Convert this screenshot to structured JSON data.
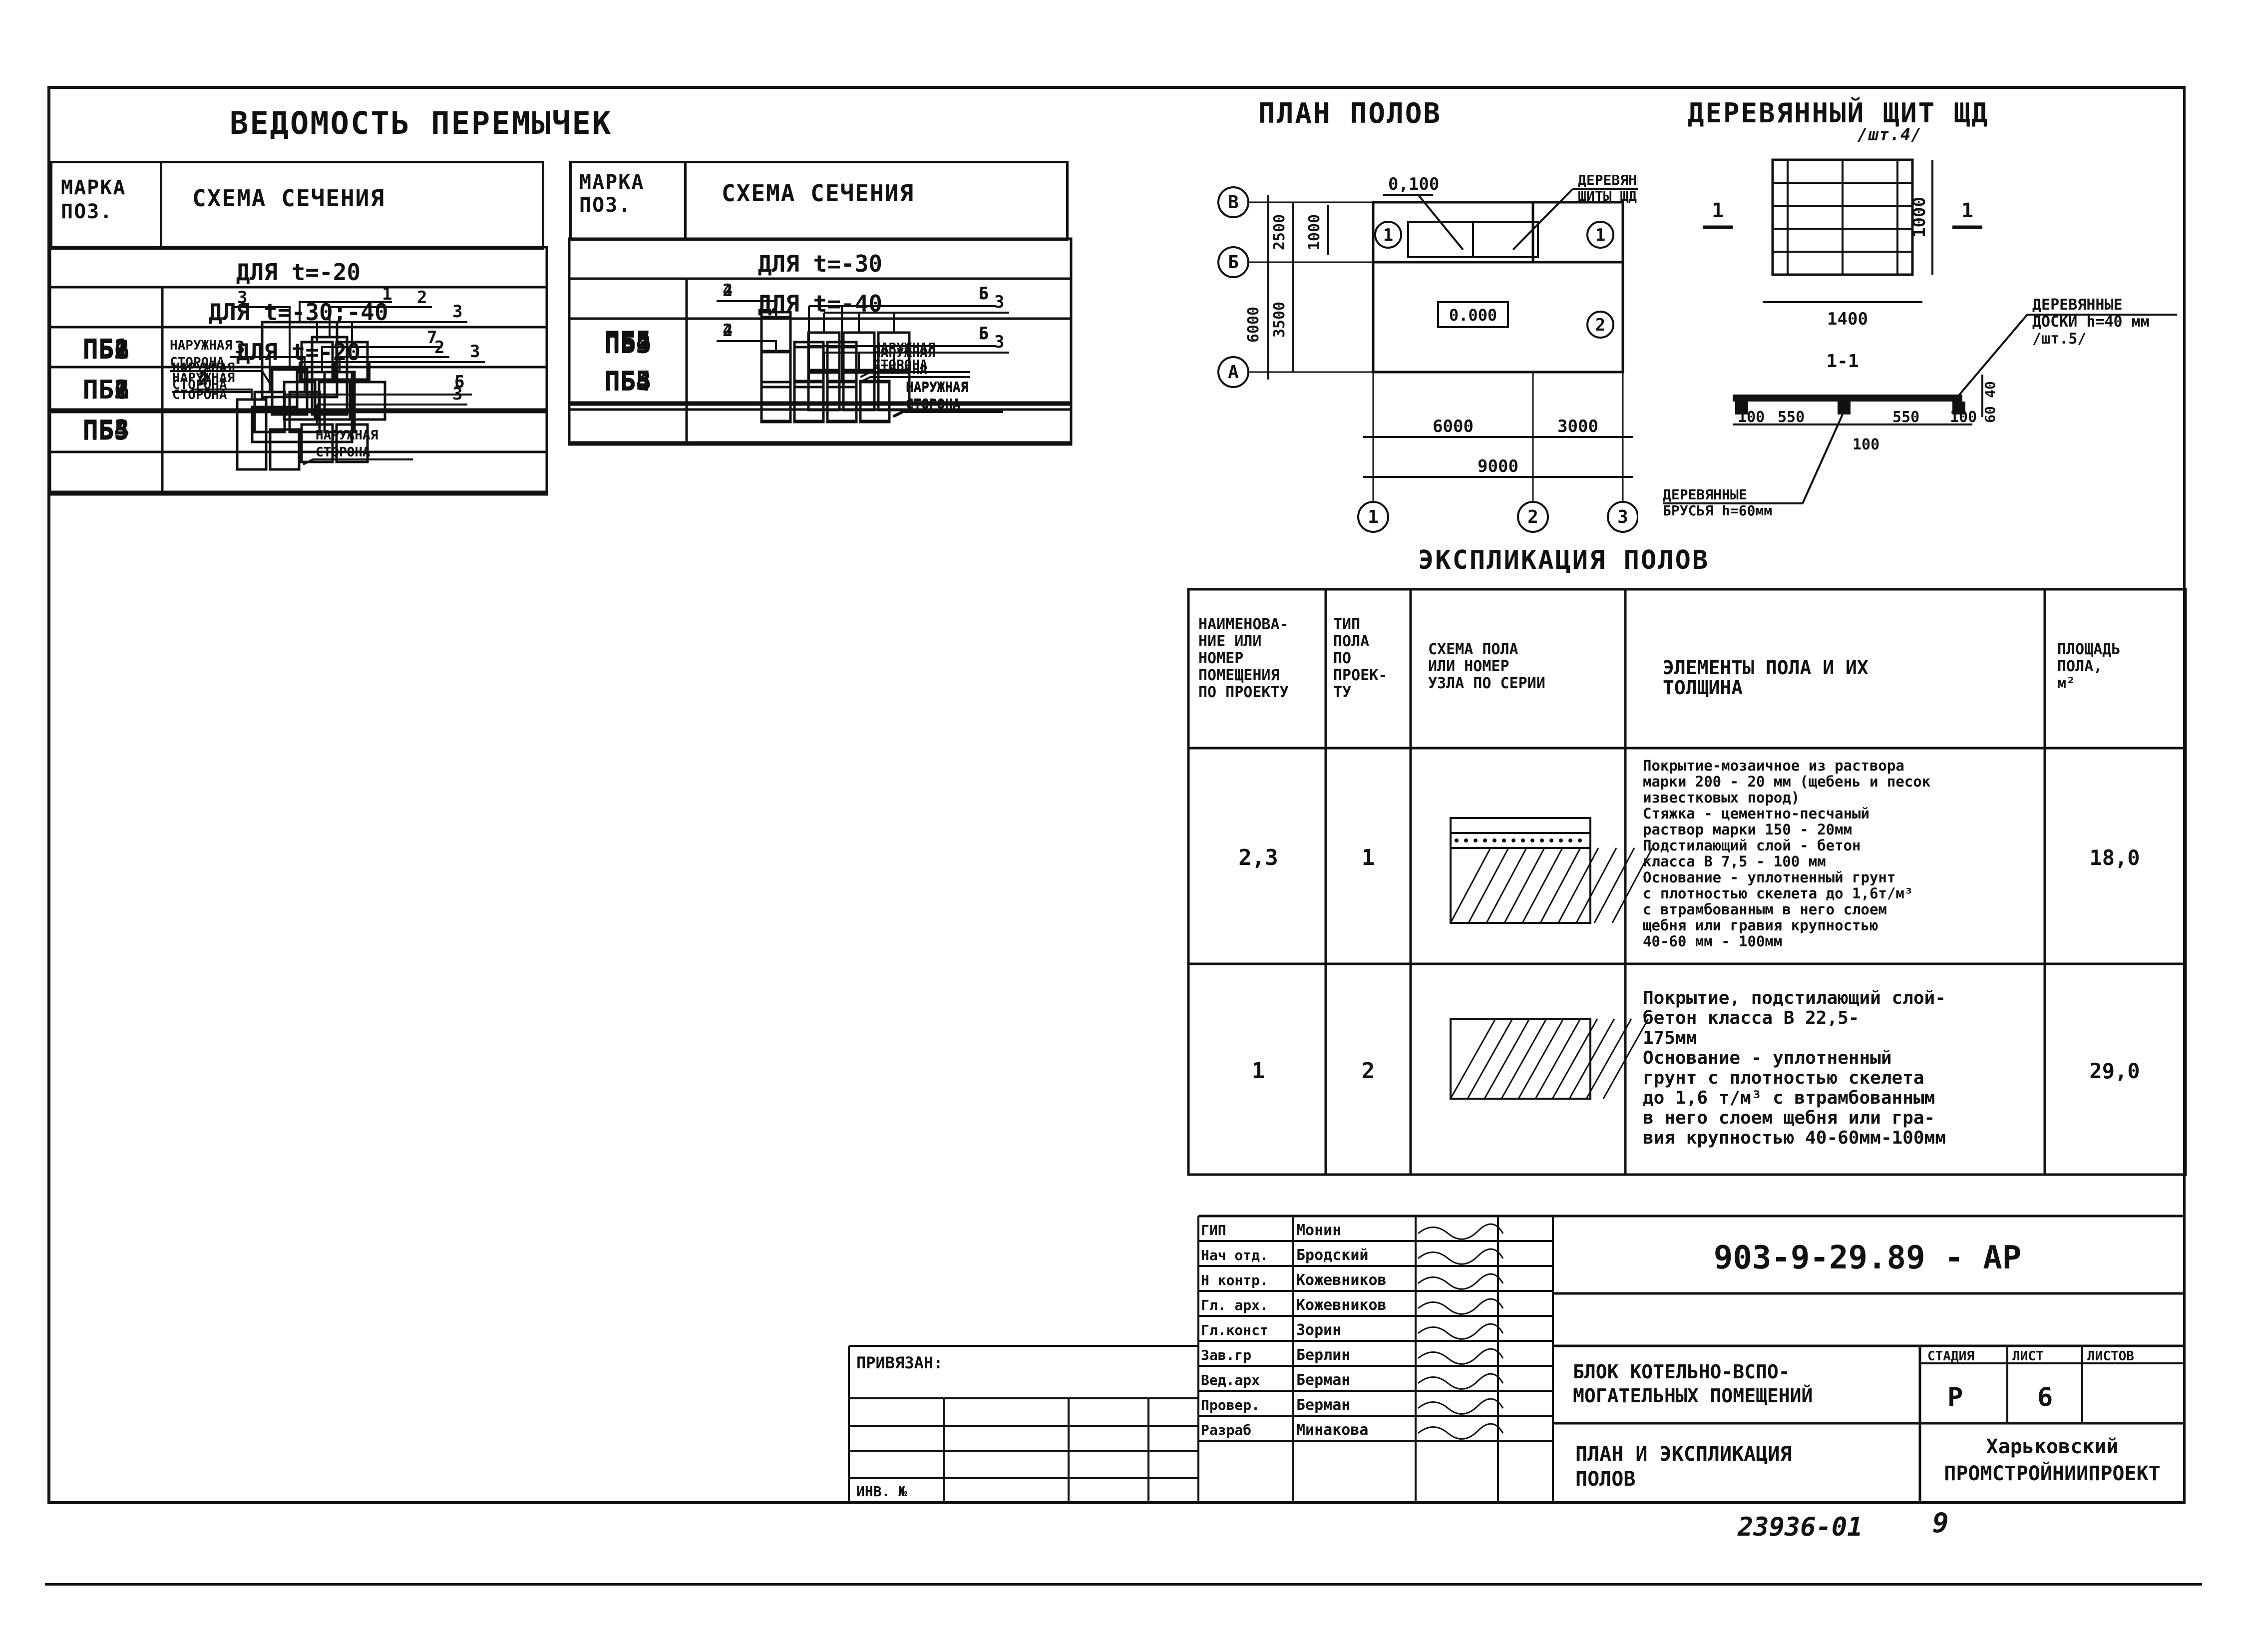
{
  "lintel_table": {
    "title": "ВЕДОМОСТЬ ПЕРЕМЫЧЕК",
    "col_mark": "МАРКА\nПОЗ.",
    "col_scheme": "СХЕМА СЕЧЕНИЯ",
    "outer_side": "НАРУЖНАЯ\nСТОРОНА",
    "left_sections": [
      {
        "header": "ДЛЯ t=-20",
        "rows": [
          {
            "mark": "ПБ1",
            "n1": "1",
            "n2": ""
          },
          {
            "mark": "ПБ2",
            "n1": "3",
            "n2": "2"
          },
          {
            "mark": "ПБ6",
            "n1": "3",
            "n2": ""
          }
        ]
      },
      {
        "header": "ДЛЯ t=-30;-40",
        "rows": [
          {
            "mark": "ПБ1",
            "n1": "7",
            "n2": ""
          },
          {
            "mark": "ПБ2",
            "n1": "3",
            "n2": "2"
          },
          {
            "mark": "ПБ6",
            "n1": "3",
            "n2": ""
          }
        ]
      },
      {
        "header": "ДЛЯ t=-20",
        "rows": [
          {
            "mark": "ПБ3",
            "n1": "4",
            "n2": "5"
          },
          {
            "mark": "ПБ4",
            "n1": "2",
            "n2": "6"
          },
          {
            "mark": "ПБ5",
            "n1": "3",
            "n2": ""
          }
        ]
      }
    ],
    "right_sections": [
      {
        "header": "ДЛЯ t=-30",
        "rows": [
          {
            "mark": "ПБ3",
            "n1": "4",
            "n2": "5"
          },
          {
            "mark": "ПБ4",
            "n1": "2",
            "n2": "6"
          },
          {
            "mark": "ПБ5",
            "n1": "3",
            "n2": ""
          }
        ]
      },
      {
        "header": "ДЛЯ t=-40",
        "rows": [
          {
            "mark": "ПБ3",
            "n1": "4",
            "n2": "5"
          },
          {
            "mark": "ПБ4",
            "n1": "2",
            "n2": "6"
          },
          {
            "mark": "ПБ5",
            "n1": "3",
            "n2": ""
          }
        ]
      }
    ]
  },
  "floor_plan": {
    "title": "ПЛАН ПОЛОВ",
    "level_top": "0,100",
    "level_main": "0.000",
    "label_shields": "ДЕРЕВЯННЫЕ\nЩИТЫ ЩД",
    "axes_rows": [
      "В",
      "Б",
      "А"
    ],
    "axes_cols": [
      "1",
      "2",
      "3"
    ],
    "dims": {
      "d2500": "2500",
      "d1000": "1000",
      "d6000v": "6000",
      "d3500": "3500",
      "d6000": "6000",
      "d3000": "3000",
      "d9000": "9000"
    },
    "room_tags": [
      "1",
      "1",
      "2"
    ]
  },
  "shield": {
    "title": "ДЕРЕВЯННЫЙ ЩИТ ЩД",
    "subtitle": "/шт.4/",
    "cut_label": "1",
    "section_label": "1-1",
    "dim_1400": "1400",
    "dim_1000": "1000",
    "dim_40": "40",
    "dim_60": "60",
    "bottom_dims": [
      "100",
      "550",
      "550",
      "100"
    ],
    "dim_100c": "100",
    "boards": "ДЕРЕВЯННЫЕ\nДОСКИ h=40 мм\n/шт.5/",
    "beams": "ДЕРЕВЯННЫЕ\nБРУСЬЯ h=60мм"
  },
  "explication": {
    "title": "ЭКСПЛИКАЦИЯ ПОЛОВ",
    "headers": [
      "НАИМЕНОВА-\nНИЕ ИЛИ\nНОМЕР\nПОМЕЩЕНИЯ\nПО ПРОЕКТУ",
      "ТИП\nПОЛА\nПО\nПРОЕК-\nТУ",
      "СХЕМА ПОЛА\nИЛИ НОМЕР\nУЗЛА ПО СЕРИИ",
      "ЭЛЕМЕНТЫ ПОЛА И ИХ\nТОЛЩИНА",
      "ПЛОЩАДЬ\nПОЛА,\nм²"
    ],
    "rows": [
      {
        "room": "2,3",
        "type": "1",
        "elements": "Покрытие-мозаичное из раствора\nмарки 200 - 20 мм (щебень и песок\nизвестковых пород)\nСтяжка - цементно-песчаный\nраствор марки 150 - 20мм\nПодстилающий слой - бетон\nкласса В 7,5 - 100 мм\nОснование - уплотненный грунт\nс плотностью скелета до 1,6т/м³\nс втрамбованным в него слоем\nщебня или гравия крупностью\n40-60 мм - 100мм",
        "area": "18,0"
      },
      {
        "room": "1",
        "type": "2",
        "elements": "Покрытие, подстилающий слой-\nбетон класса В 22,5-\n175мм\nОснование - уплотненный\nгрунт с плотностью скелета\nдо 1,6 т/м³ с втрамбованным\nв него слоем щебня или гра-\nвия крупностью 40-60мм-100мм",
        "area": "29,0"
      }
    ]
  },
  "title_block": {
    "signatures": [
      {
        "role": "ГИП",
        "name": "Монин"
      },
      {
        "role": "Нач отд.",
        "name": "Бродский"
      },
      {
        "role": "Н контр.",
        "name": "Кожевников"
      },
      {
        "role": "Гл. арх.",
        "name": "Кожевников"
      },
      {
        "role": "Гл.конст",
        "name": "Зорин"
      },
      {
        "role": "Зав.гр",
        "name": "Берлин"
      },
      {
        "role": "Вед.арх",
        "name": "Берман"
      },
      {
        "role": "Провер.",
        "name": "Берман"
      },
      {
        "role": "Разраб",
        "name": "Минакова"
      }
    ],
    "attached": "ПРИВЯЗАН:",
    "inv": "ИНВ. №",
    "code": "903-9-29.89 - АР",
    "object": "БЛОК КОТЕЛЬНО-ВСПО-\nМОГАТЕЛЬНЫХ ПОМЕЩЕНИЙ",
    "sheet_title": "ПЛАН И ЭКСПЛИКАЦИЯ\nПОЛОВ",
    "stage_label": "СТАДИЯ",
    "sheet_label": "ЛИСТ",
    "sheets_label": "ЛИСТОВ",
    "stage": "Р",
    "sheet": "6",
    "org": "Харьковский\nПРОМСТРОЙНИИПРОЕКТ",
    "archive": "23936-01",
    "page": "9"
  }
}
